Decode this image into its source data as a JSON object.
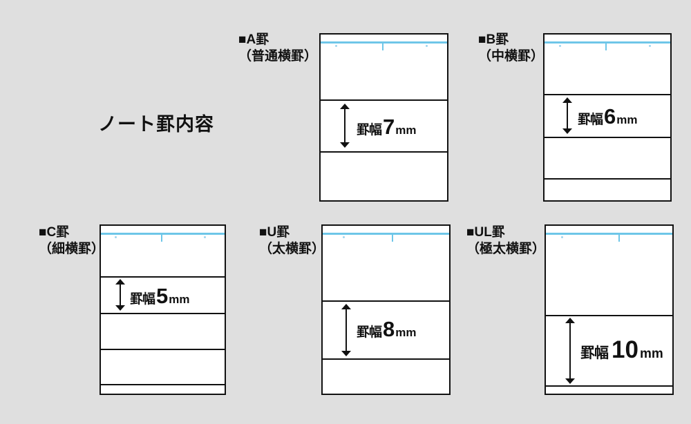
{
  "page": {
    "title": "ノート罫内容",
    "background_color": "#dfdfdf",
    "rule_line_color": "#111111",
    "header_rule_color": "#6ec6e8"
  },
  "samples": [
    {
      "code": "■A罫",
      "sub": "（普通横罫）",
      "measure_word": "罫幅",
      "measure_value": "7",
      "measure_unit": "mm",
      "label_position": "left"
    },
    {
      "code": "■B罫",
      "sub": "（中横罫）",
      "measure_word": "罫幅",
      "measure_value": "6",
      "measure_unit": "mm",
      "label_position": "left"
    },
    {
      "code": "■C罫",
      "sub": "（細横罫）",
      "measure_word": "罫幅",
      "measure_value": "5",
      "measure_unit": "mm",
      "label_position": "left"
    },
    {
      "code": "■U罫",
      "sub": "（太横罫）",
      "measure_word": "罫幅",
      "measure_value": "8",
      "measure_unit": "mm",
      "label_position": "left"
    },
    {
      "code": "■UL罫",
      "sub": "（極太横罫）",
      "measure_word": "罫幅",
      "measure_value": "10",
      "measure_unit": "mm",
      "label_position": "left"
    }
  ]
}
